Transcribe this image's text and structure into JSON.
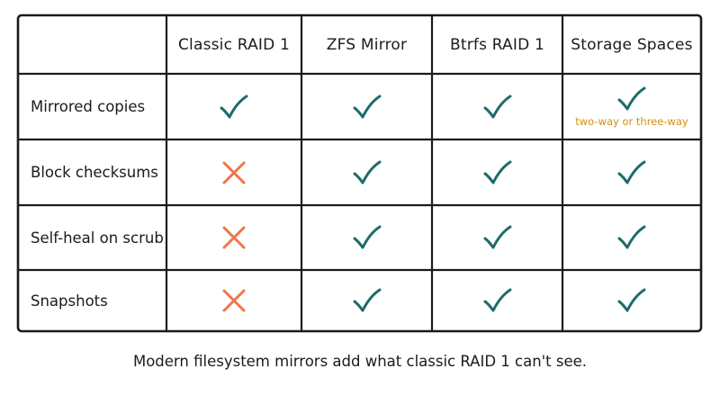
{
  "colors": {
    "check": "#1e6b6b",
    "cross": "#ee7650",
    "note": "#d4900e",
    "border": "#1b1b1b"
  },
  "table": {
    "corner": "",
    "columns": [
      "Classic RAID 1",
      "ZFS Mirror",
      "Btrfs RAID 1",
      "Storage Spaces"
    ],
    "rows": [
      {
        "label": "Mirrored copies",
        "cells": [
          {
            "mark": "check",
            "note": ""
          },
          {
            "mark": "check",
            "note": ""
          },
          {
            "mark": "check",
            "note": ""
          },
          {
            "mark": "check",
            "note": "two-way or three-way"
          }
        ]
      },
      {
        "label": "Block checksums",
        "cells": [
          {
            "mark": "cross",
            "note": ""
          },
          {
            "mark": "check",
            "note": ""
          },
          {
            "mark": "check",
            "note": ""
          },
          {
            "mark": "check",
            "note": ""
          }
        ]
      },
      {
        "label": "Self-heal on scrub",
        "cells": [
          {
            "mark": "cross",
            "note": ""
          },
          {
            "mark": "check",
            "note": ""
          },
          {
            "mark": "check",
            "note": ""
          },
          {
            "mark": "check",
            "note": ""
          }
        ]
      },
      {
        "label": "Snapshots",
        "cells": [
          {
            "mark": "cross",
            "note": ""
          },
          {
            "mark": "check",
            "note": ""
          },
          {
            "mark": "check",
            "note": ""
          },
          {
            "mark": "check",
            "note": ""
          }
        ]
      }
    ]
  },
  "caption": "Modern filesystem mirrors add what classic RAID 1 can't see."
}
